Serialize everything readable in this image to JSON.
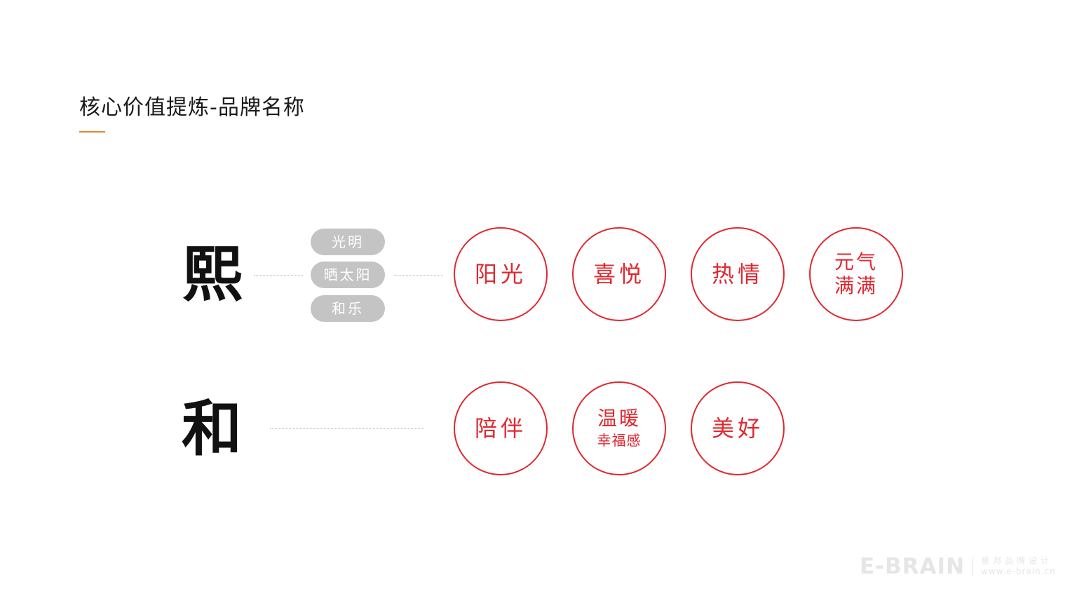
{
  "title": "核心价值提炼-品牌名称",
  "accent_color": "#e8862a",
  "circle_color": "#e0282f",
  "pill_color": "#c4c4c4",
  "rows": [
    {
      "char": "熙",
      "pills": [
        "光明",
        "晒太阳",
        "和乐"
      ],
      "circles": [
        {
          "lines": [
            "阳光"
          ]
        },
        {
          "lines": [
            "喜悦"
          ]
        },
        {
          "lines": [
            "热情"
          ]
        },
        {
          "lines": [
            "元气",
            "满满"
          ]
        }
      ]
    },
    {
      "char": "和",
      "pills": [],
      "circles": [
        {
          "lines": [
            "陪伴"
          ]
        },
        {
          "lines": [
            "温暖",
            "幸福感"
          ]
        },
        {
          "lines": [
            "美好"
          ]
        }
      ]
    }
  ],
  "watermark": {
    "brand": "E-BRAIN",
    "tagline": "意邦品牌设计",
    "url": "www.e-brain.cn"
  }
}
